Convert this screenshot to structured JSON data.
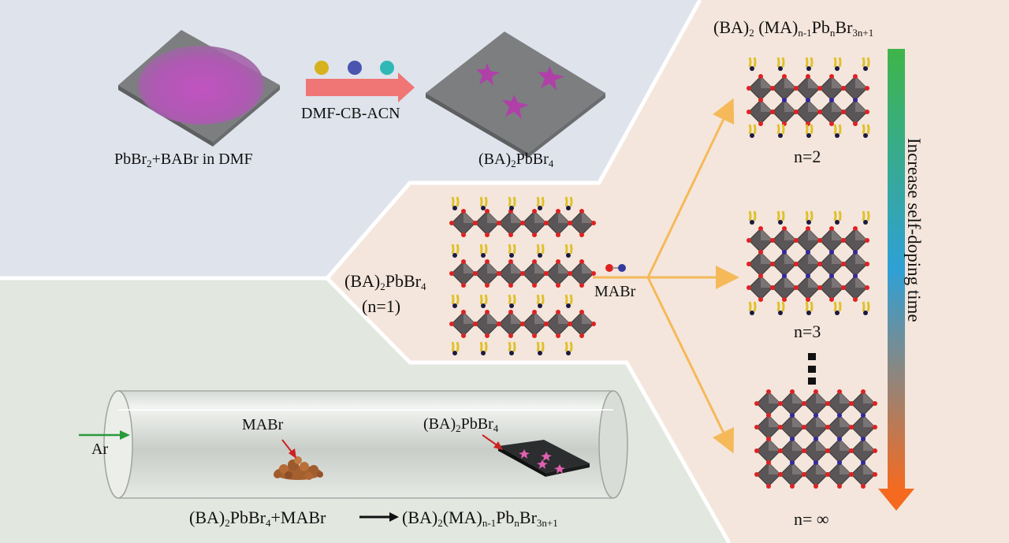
{
  "panel_a": {
    "precursor_label": {
      "a": "PbBr",
      "a_sub": "2",
      "b": "+BABr in DMF"
    },
    "solvent_label": "DMF-CB-ACN",
    "product_label": {
      "a": "(BA)",
      "a_sub": "2",
      "b": "PbBr",
      "b_sub": "4"
    }
  },
  "panel_b": {
    "gas_label": "Ar",
    "source_label": "MABr",
    "substrate_label": {
      "a": "(BA)",
      "a_sub": "2",
      "b": "PbBr",
      "b_sub": "4"
    },
    "reaction": {
      "lhs_a": "(BA)",
      "lhs_a_sub": "2",
      "lhs_b": "PbBr",
      "lhs_b_sub": "4",
      "lhs_c": "+MABr",
      "rhs_a": "(BA)",
      "rhs_a_sub": "2",
      "rhs_b": "(MA)",
      "rhs_b_sub": "n-1",
      "rhs_c": "Pb",
      "rhs_c_sub": "n",
      "rhs_d": "Br",
      "rhs_d_sub": "3n+1"
    }
  },
  "panel_c": {
    "general_formula": {
      "a": "(BA)",
      "a_sub": "2",
      "b": " (MA)",
      "b_sub": "n-1",
      "c": "Pb",
      "c_sub": "n",
      "d": "Br",
      "d_sub": "3n+1"
    },
    "start_label": {
      "a": "(BA)",
      "a_sub": "2",
      "b": "PbBr",
      "b_sub": "4",
      "line2": "(n=1)"
    },
    "dopant_label": "MABr",
    "phase_labels": [
      "n=2",
      "n=3",
      "n= ∞"
    ],
    "time_axis_label": "Increase self-doping time"
  },
  "colors": {
    "panel_a_bg": "#dfe3ec",
    "panel_b_bg": "#e2e7df",
    "panel_c_bg": "#f4e6dc",
    "arrow_red": "#f07575",
    "arrow_orange": "#f5b95a",
    "gradient": [
      "#3fb54a",
      "#2fa0d6",
      "#f56a1f"
    ]
  }
}
